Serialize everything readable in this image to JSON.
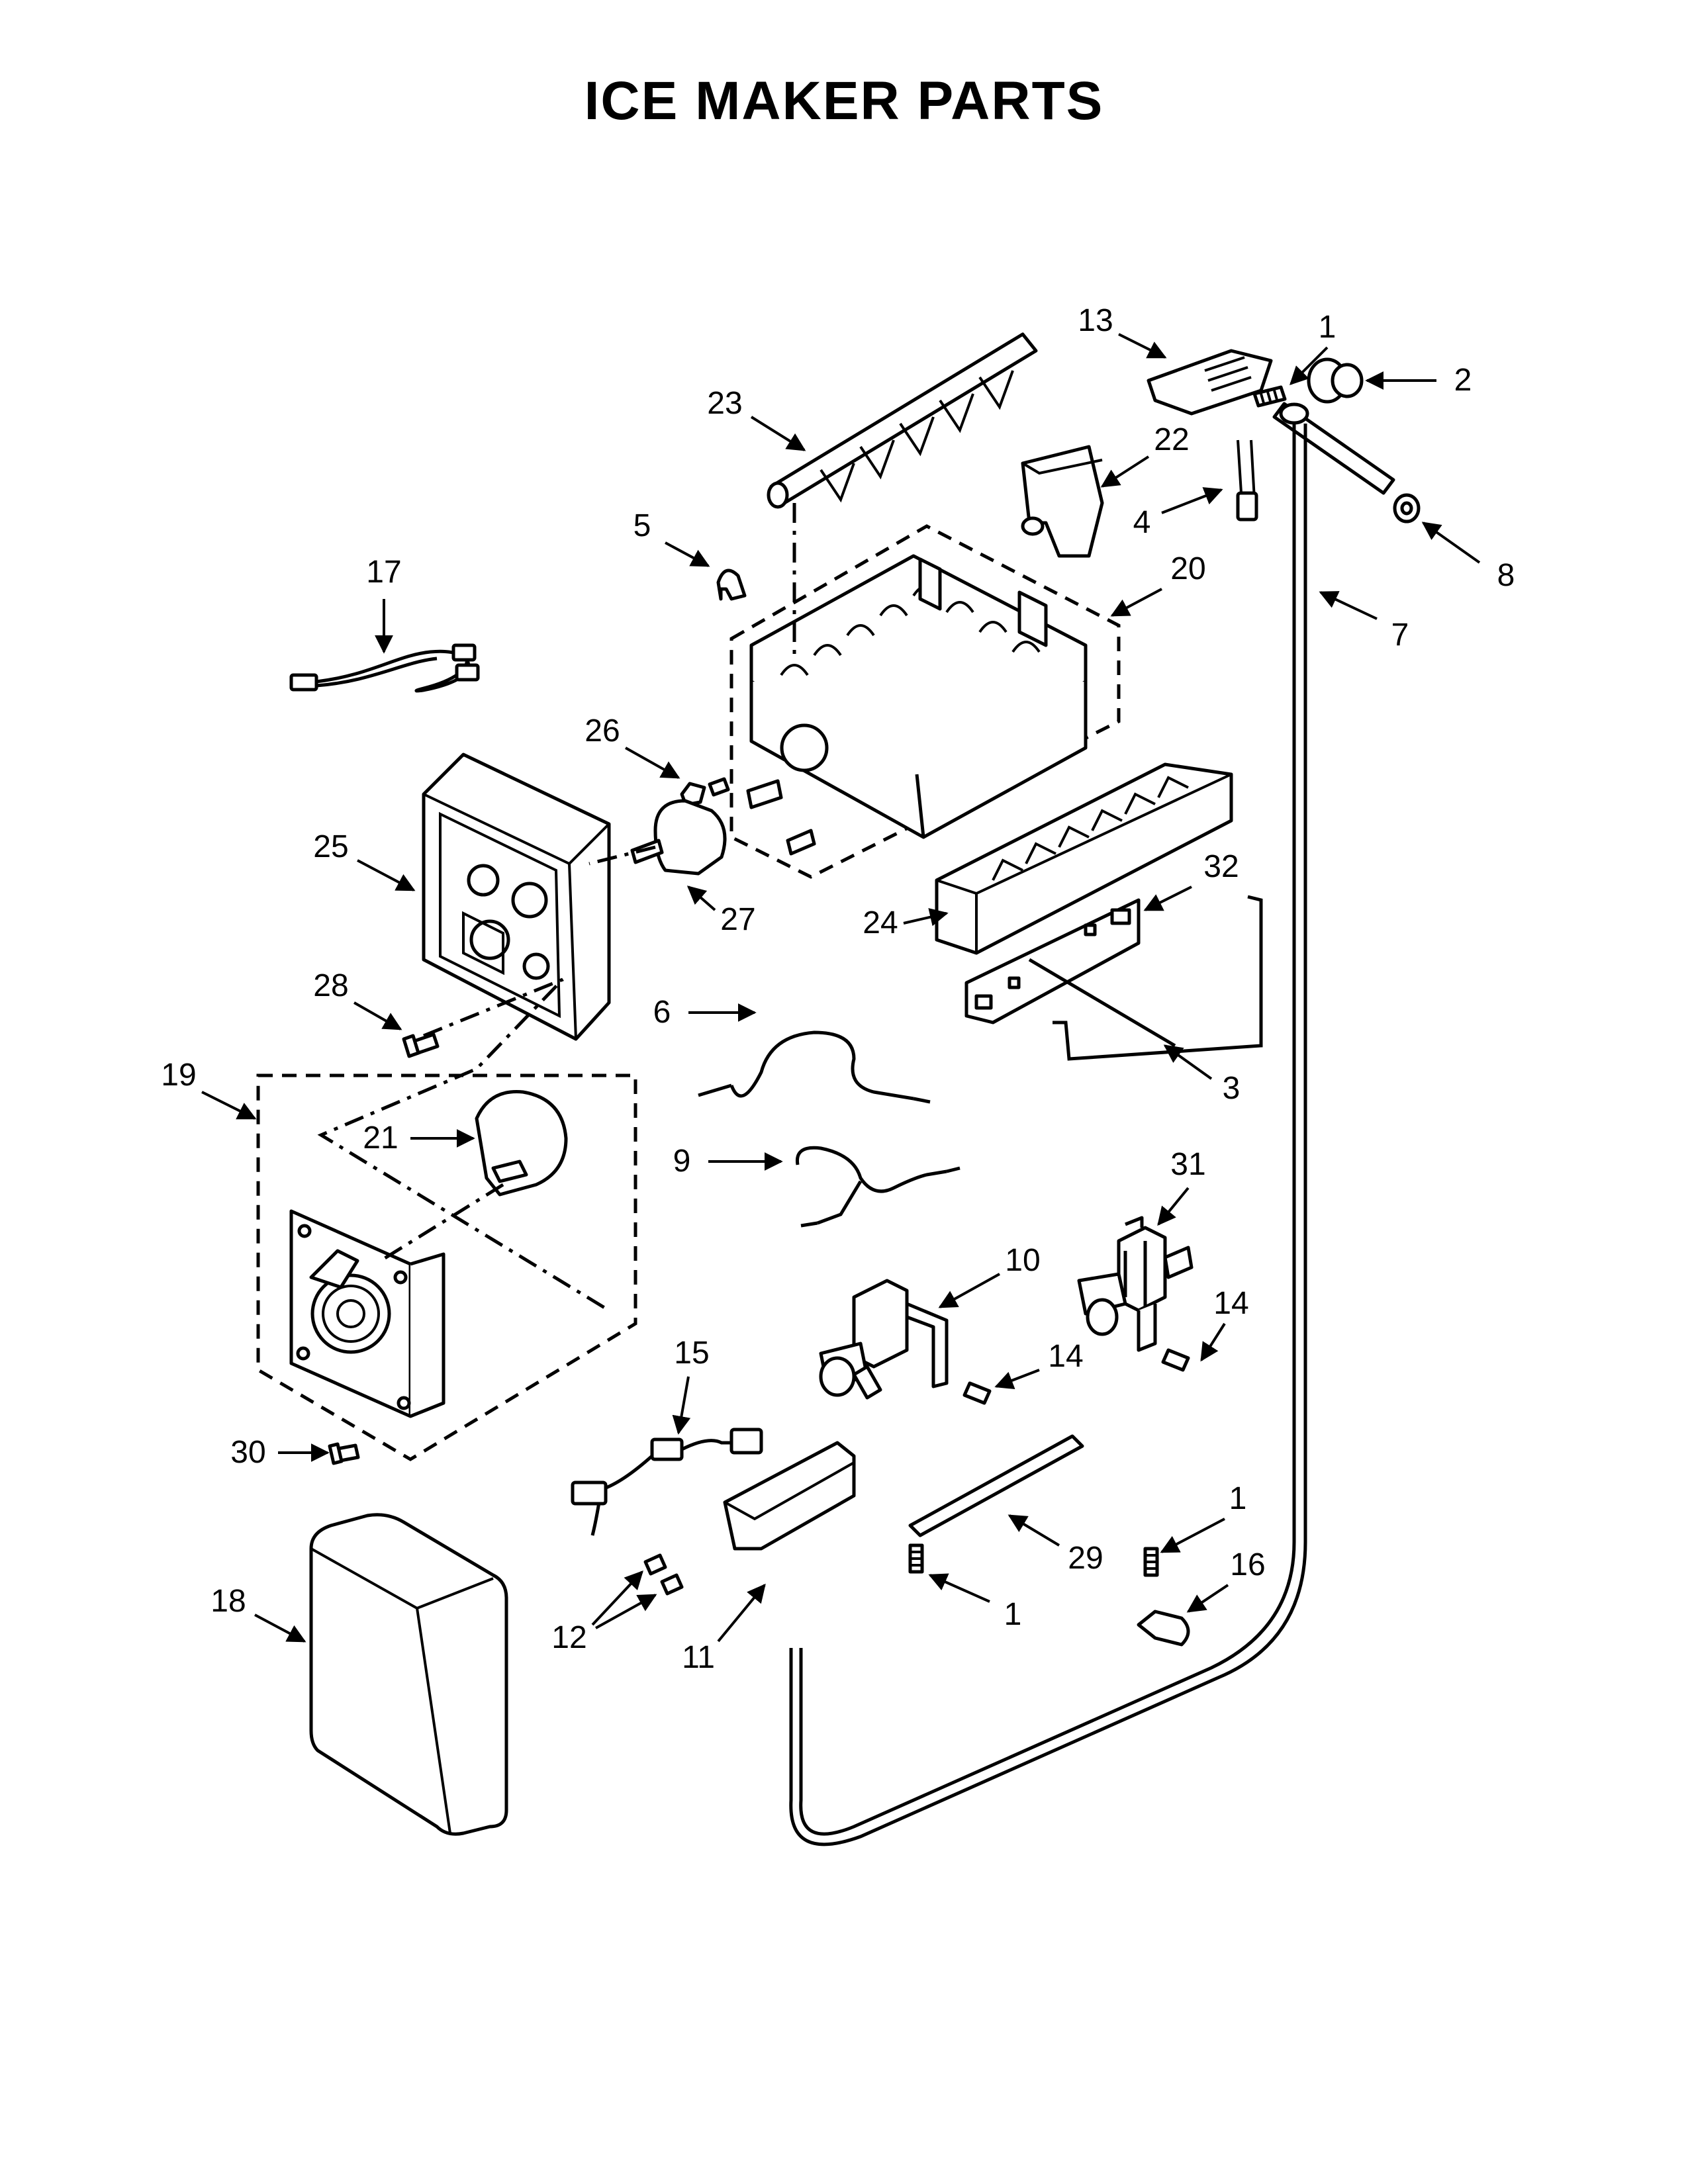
{
  "title": "ICE MAKER PARTS",
  "callouts": [
    {
      "id": "c1a",
      "label": "1"
    },
    {
      "id": "c2",
      "label": "2"
    },
    {
      "id": "c13",
      "label": "13"
    },
    {
      "id": "c23",
      "label": "23"
    },
    {
      "id": "c22",
      "label": "22"
    },
    {
      "id": "c4",
      "label": "4"
    },
    {
      "id": "c8",
      "label": "8"
    },
    {
      "id": "c5",
      "label": "5"
    },
    {
      "id": "c20",
      "label": "20"
    },
    {
      "id": "c7",
      "label": "7"
    },
    {
      "id": "c17",
      "label": "17"
    },
    {
      "id": "c26",
      "label": "26"
    },
    {
      "id": "c25",
      "label": "25"
    },
    {
      "id": "c27",
      "label": "27"
    },
    {
      "id": "c32",
      "label": "32"
    },
    {
      "id": "c24",
      "label": "24"
    },
    {
      "id": "c28",
      "label": "28"
    },
    {
      "id": "c6",
      "label": "6"
    },
    {
      "id": "c3",
      "label": "3"
    },
    {
      "id": "c19",
      "label": "19"
    },
    {
      "id": "c21",
      "label": "21"
    },
    {
      "id": "c9",
      "label": "9"
    },
    {
      "id": "c31",
      "label": "31"
    },
    {
      "id": "c10",
      "label": "10"
    },
    {
      "id": "c14a",
      "label": "14"
    },
    {
      "id": "c14b",
      "label": "14"
    },
    {
      "id": "c15",
      "label": "15"
    },
    {
      "id": "c30",
      "label": "30"
    },
    {
      "id": "c1b",
      "label": "1"
    },
    {
      "id": "c16",
      "label": "16"
    },
    {
      "id": "c29",
      "label": "29"
    },
    {
      "id": "c1c",
      "label": "1"
    },
    {
      "id": "c18",
      "label": "18"
    },
    {
      "id": "c12",
      "label": "12"
    },
    {
      "id": "c11",
      "label": "11"
    }
  ]
}
